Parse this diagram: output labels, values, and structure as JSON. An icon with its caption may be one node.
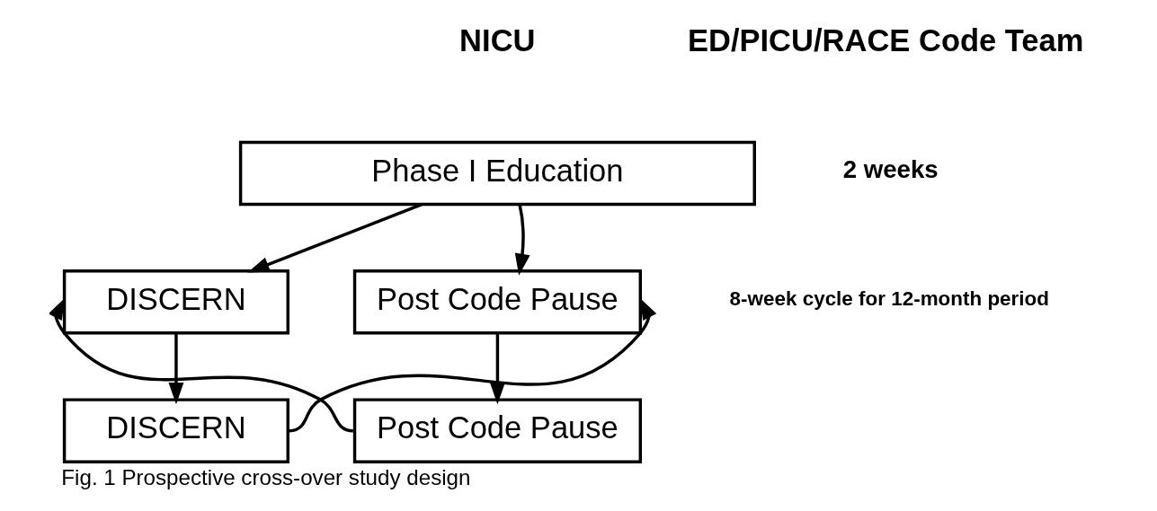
{
  "diagram": {
    "caption": "Fig. 1 Prospective cross-over study design",
    "nodes": [
      {
        "text": [
          "Phase I Education"
        ],
        "beside": [
          "2 weeks"
        ]
      },
      {
        "text": [
          "DISCERN"
        ]
      },
      {
        "text": [
          "Post Code Pause"
        ]
      },
      {
        "text": [
          "Post Code Pause"
        ]
      },
      {
        "text": [
          "DISCERN"
        ]
      }
    ],
    "edges": [
      {
        "from": 0,
        "to": 1,
        "arrow": "to"
      },
      {
        "from": 0,
        "to": 2,
        "arrow": "to"
      },
      {
        "from": 1,
        "to": 4,
        "arrow": "to"
      },
      {
        "from": 2,
        "to": 3,
        "arrow": "to"
      },
      {
        "from": 3,
        "to": 1,
        "arrow": "to"
      },
      {
        "from": 4,
        "to": 2,
        "arrow": "to"
      }
    ],
    "labels": [
      "ED/PICU/RACE Code Team",
      "NICU",
      "8-week cycle for 12-month period"
    ]
  }
}
